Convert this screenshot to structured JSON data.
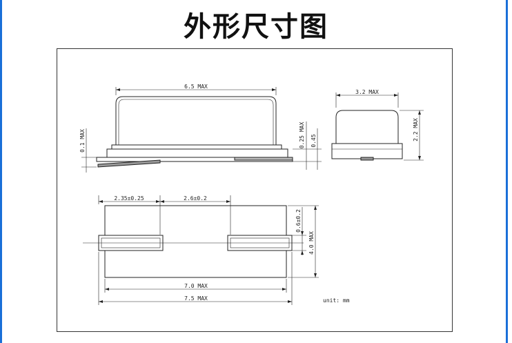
{
  "title": "外形尺寸图",
  "side_view": {
    "width_label": "6.5 MAX",
    "lead_label": "0.1 MAX",
    "standoff_label": "0.25 MAX",
    "base_label": "0.45"
  },
  "end_view": {
    "width_label": "3.2 MAX",
    "height_label": "2.2 MAX"
  },
  "top_view": {
    "pad_offset_label": "2.35±0.25",
    "pad_length_label": "2.6±0.2",
    "pad_width_label": "0.6±0.2",
    "body_width_label": "4.0 MAX",
    "body_length_label": "7.0 MAX",
    "overall_length_label": "7.5 MAX"
  },
  "unit_label": "unit: mm",
  "colors": {
    "accent_line": "#1a6fd8",
    "ink": "#222222"
  }
}
